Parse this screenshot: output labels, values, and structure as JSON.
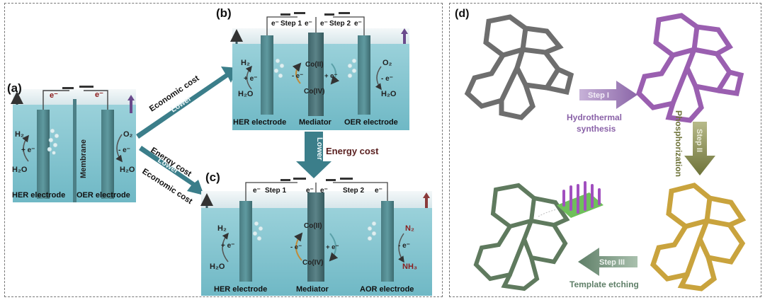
{
  "panels": {
    "a": {
      "tag": "(a)",
      "electron_left": "e⁻",
      "electron_right": "e⁻",
      "membrane": "Membrane",
      "h2": "H₂",
      "plus_e": "+ e⁻",
      "h2o_left": "H₂O",
      "o2": "O₂",
      "minus_e": "- e⁻",
      "h2o_right": "H₂O",
      "her_label": "HER electrode",
      "oer_label": "OER electrode"
    },
    "b": {
      "tag": "(b)",
      "electron_l": "e⁻",
      "step1": "Step 1",
      "electron_m1": "e⁻",
      "electron_m2": "e⁻",
      "step2": "Step 2",
      "electron_r": "e⁻",
      "h2": "H₂",
      "plus_e": "+ e⁻",
      "h2o_left": "H₂O",
      "co2": "Co(II)",
      "co4": "Co(IV)",
      "med_minus": "- e⁻",
      "med_plus": "+ e⁻",
      "o2": "O₂",
      "minus_e": "- e⁻",
      "h2o_right": "H₂O",
      "her_label": "HER electrode",
      "mediator_label": "Mediator",
      "oer_label": "OER electrode"
    },
    "c": {
      "tag": "(c)",
      "electron_l": "e⁻",
      "step1": "Step 1",
      "electron_m1": "e⁻",
      "electron_m2": "e⁻",
      "step2": "Step 2",
      "electron_r": "e⁻",
      "h2": "H₂",
      "plus_e": "+ e⁻",
      "h2o": "H₂O",
      "co2": "Co(II)",
      "co4": "Co(IV)",
      "med_minus": "- e⁻",
      "med_plus": "+ e⁻",
      "n2": "N₂",
      "minus_e": "- e⁻",
      "nh3": "NH₃",
      "her_label": "HER electrode",
      "mediator_label": "Mediator",
      "aor_label": "AOR electrode"
    },
    "d": {
      "tag": "(d)",
      "step1": "Step I",
      "step1_caption_1": "Hydrothermal",
      "step1_caption_2": "synthesis",
      "step2": "Step II",
      "step2_caption": "Phosphorization",
      "step3": "Step III",
      "step3_caption": "Template etching"
    }
  },
  "arrows": {
    "economic_cost": "Economic cost",
    "lower_1": "Lower",
    "energy_cost_right": "Energy cost",
    "lower_2": "Lower",
    "energy_cost_diag": "Energy cost",
    "lower_3": "Lower",
    "economic_cost_diag": "Economic cost"
  },
  "colors": {
    "electrolyte": "#7fc3cf",
    "cell_top": "#e3eef1",
    "arrow_teal": "#3b7e8a",
    "electrode": "#3f6e74",
    "step1": "#9b78b5",
    "step2": "#7f8448",
    "step3": "#6c8a74",
    "mol_gray": "#6e6e6e",
    "mol_purple": "#9a5fb0",
    "mol_gold": "#c9a33d",
    "mol_green": "#5f7a5e"
  }
}
